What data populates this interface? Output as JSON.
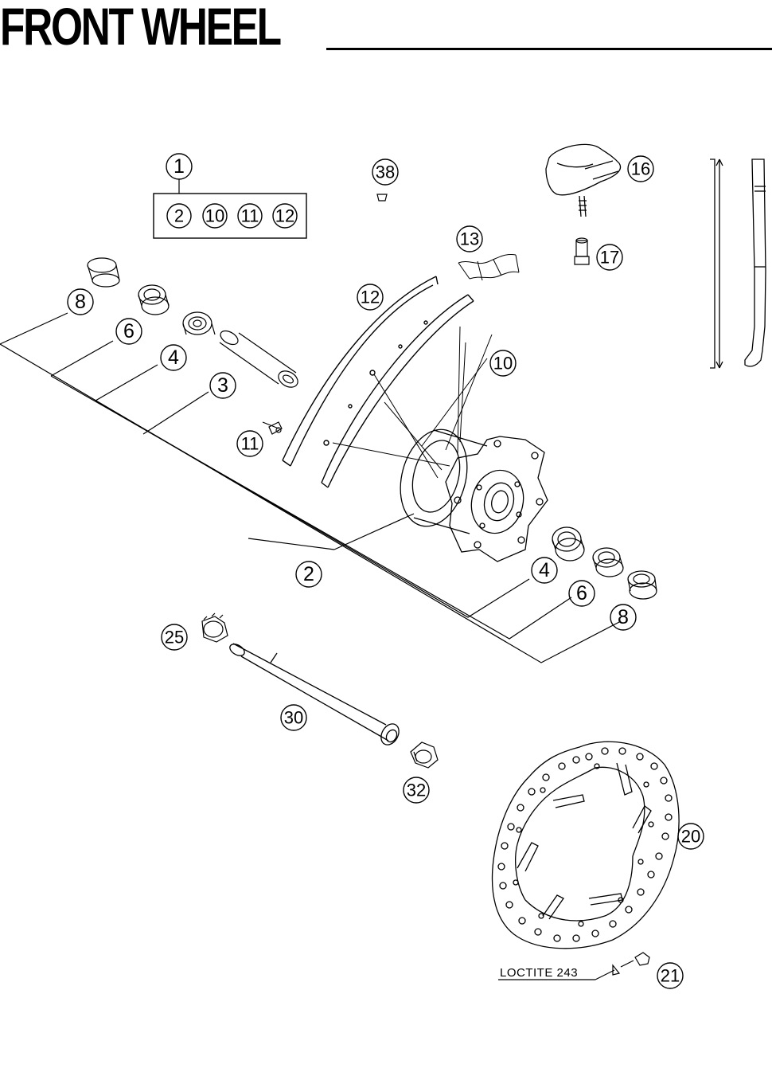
{
  "title": "FRONT WHEEL",
  "note": "LOCTITE 243",
  "kit": {
    "number": "1",
    "contents": [
      "2",
      "10",
      "11",
      "12"
    ]
  },
  "callouts": {
    "c38": "38",
    "c16": "16",
    "c13": "13",
    "c17": "17",
    "c8l": "8",
    "c6l": "6",
    "c4l": "4",
    "c3": "3",
    "c12": "12",
    "c10": "10",
    "c11": "11",
    "c2": "2",
    "c4r": "4",
    "c6r": "6",
    "c8r": "8",
    "c25": "25",
    "c30": "30",
    "c32": "32",
    "c20": "20",
    "c21": "21"
  }
}
